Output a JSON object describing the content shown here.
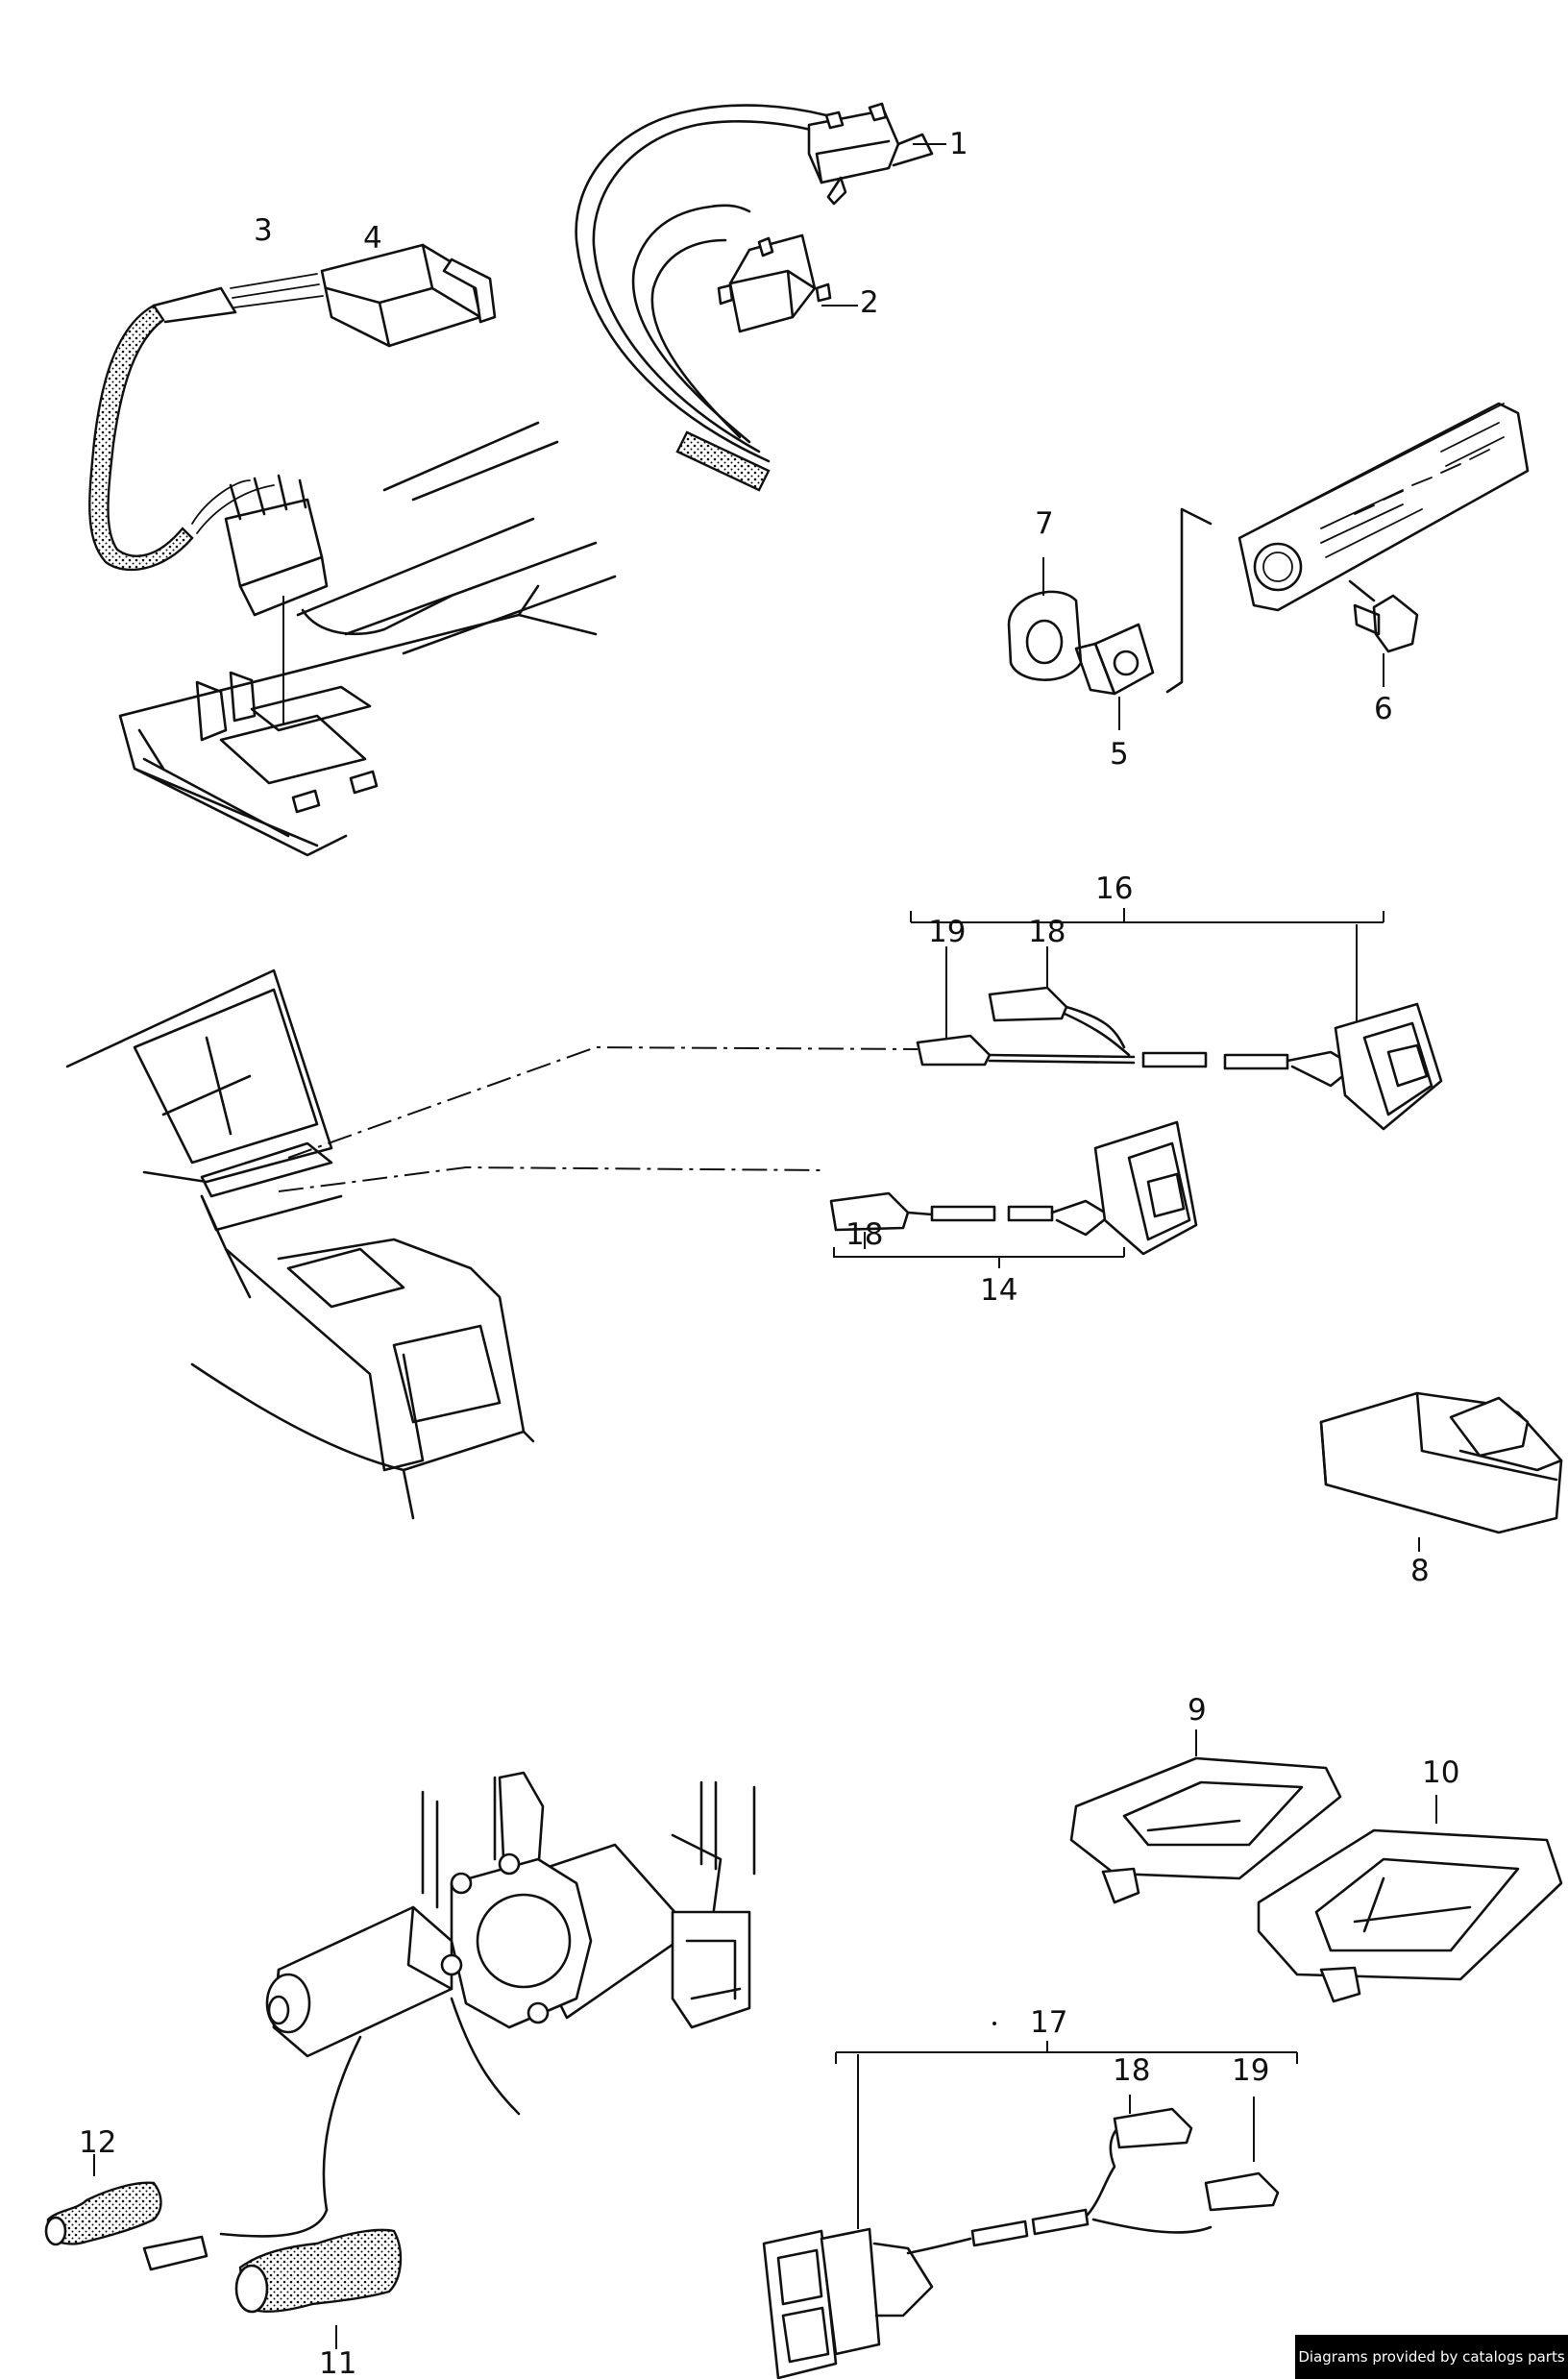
{
  "callouts": {
    "c1": "1",
    "c2": "2",
    "c3": "3",
    "c4": "4",
    "c5": "5",
    "c6": "6",
    "c7": "7",
    "c8": "8",
    "c9": "9",
    "c10": "10",
    "c11": "11",
    "c12": "12",
    "c14": "14",
    "c16": "16",
    "c17": "17",
    "c18a": "18",
    "c18b": "18",
    "c18c": "18",
    "c19a": "19",
    "c19b": "19"
  },
  "credit": "Diagrams provided by catalogs parts"
}
